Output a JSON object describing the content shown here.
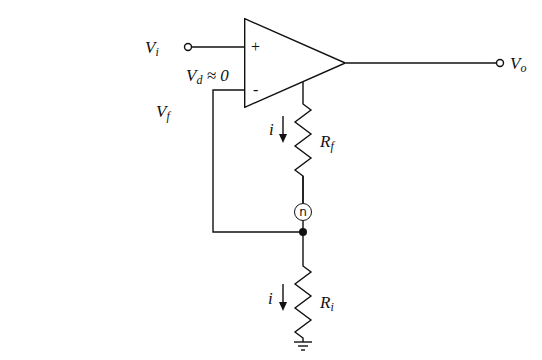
{
  "diagram": {
    "nodes": [
      {
        "text": [
          "+",
          "-"
        ]
      },
      {
        "text": [
          "n"
        ]
      }
    ],
    "edges": [
      {
        "from": 0,
        "to": 1,
        "arrow": "none"
      }
    ],
    "labels": [
      "Vi",
      "Vd ≈ 0",
      "Vf",
      "i",
      "Rf",
      "i",
      "Ri",
      "Vo"
    ]
  }
}
